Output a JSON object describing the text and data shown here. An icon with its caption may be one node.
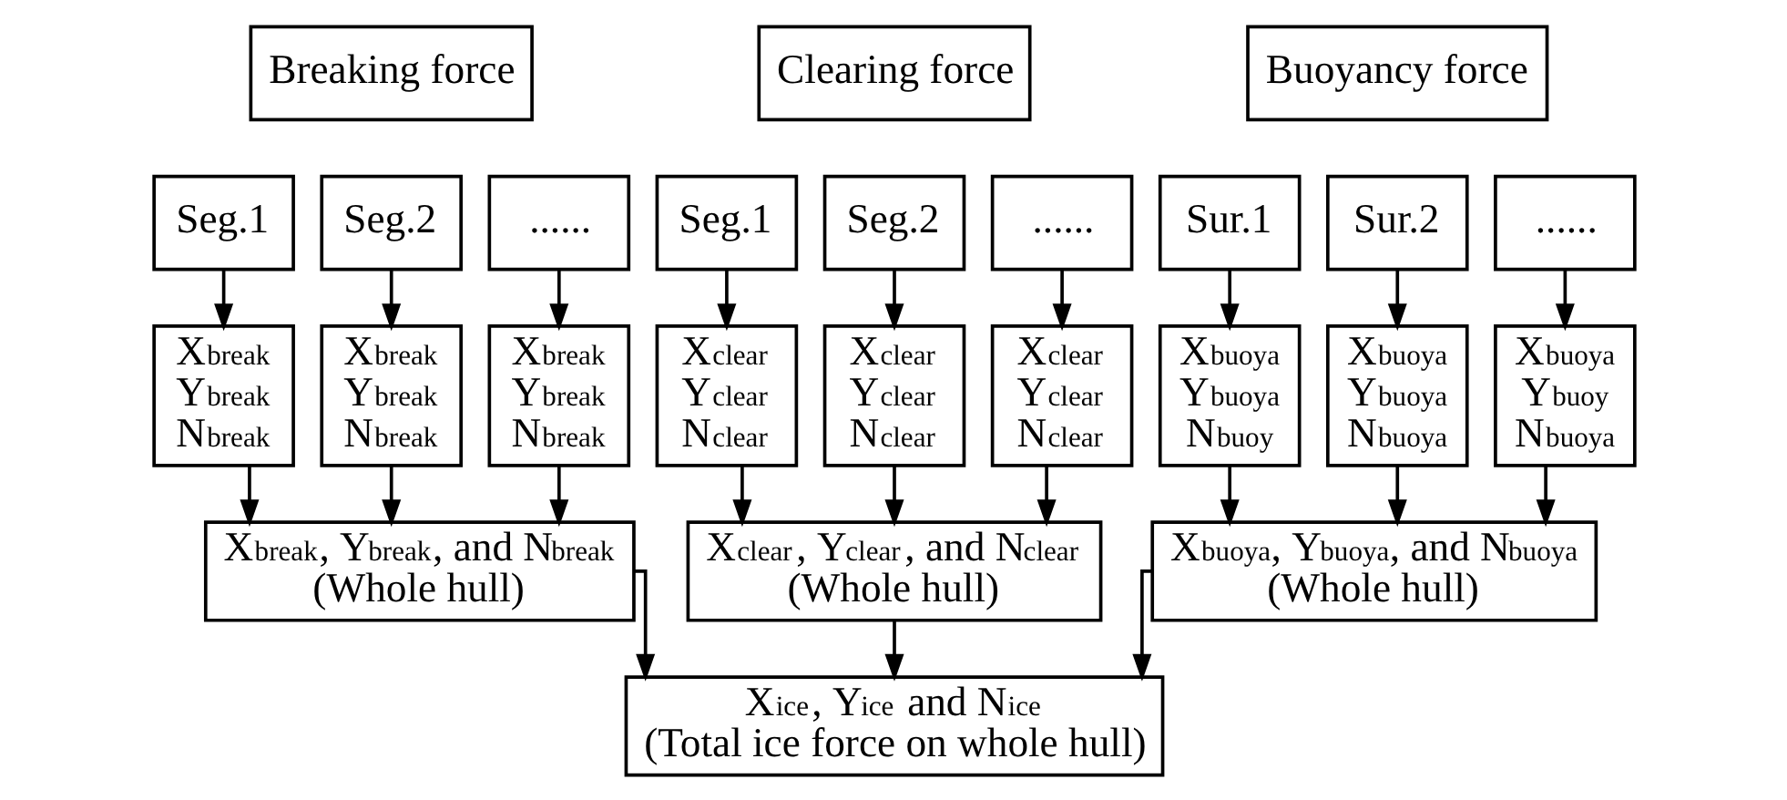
{
  "diagram": {
    "nodes": [
      {
        "text": [
          "Breaking force"
        ]
      },
      {
        "text": [
          "Seg.1"
        ]
      },
      {
        "text": [
          "Seg.2"
        ]
      },
      {
        "text": [
          "......"
        ]
      },
      {
        "text": [
          "X$_{break}$",
          "Y$_{break}$",
          "N$_{break}$"
        ]
      },
      {
        "text": [
          "X$_{break}$",
          "Y$_{break}$",
          "N$_{break}$"
        ]
      },
      {
        "text": [
          "X$_{break}$",
          "Y$_{break}$",
          "N$_{break}$"
        ]
      },
      {
        "text": [
          "X$_{break}$, Y$_{break}$, and N$_{break}$",
          "(Whole hull)"
        ]
      },
      {
        "text": [
          "Clearing force"
        ]
      },
      {
        "text": [
          "Seg.1"
        ]
      },
      {
        "text": [
          "Seg.2"
        ]
      },
      {
        "text": [
          "......"
        ]
      },
      {
        "text": [
          "X$_{clear}$",
          "Y$_{clear}$",
          "N$_{clear}$"
        ]
      },
      {
        "text": [
          "X$_{clear}$",
          "Y$_{clear}$",
          "N$_{clear}$"
        ]
      },
      {
        "text": [
          "X$_{clear}$",
          "Y$_{clear}$",
          "N$_{clear}$"
        ]
      },
      {
        "text": [
          "X$_{clear}$, Y$_{clear}$, and N$_{clear}$",
          "(Whole hull)"
        ]
      },
      {
        "text": [
          "Buoyancy force"
        ]
      },
      {
        "text": [
          "Sur.1"
        ]
      },
      {
        "text": [
          "Sur.2"
        ]
      },
      {
        "text": [
          "......"
        ]
      },
      {
        "text": [
          "X$_{buoya}$",
          "Y$_{buoya}$",
          "N$_{buoy}$"
        ]
      },
      {
        "text": [
          "X$_{buoya}$",
          "Y$_{buoya}$",
          "N$_{buoya}$"
        ]
      },
      {
        "text": [
          "X$_{buoya}$",
          "Y$_{buoy}$",
          "N$_{buoya}$"
        ]
      },
      {
        "text": [
          "X$_{buoya}$, Y$_{buoya}$, and N$_{buoya}$",
          "(Whole hull)"
        ]
      },
      {
        "text": [
          "X$_{ice}$, Y$_{ice}$ and N$_{ice}$",
          "(Total ice force on whole hull)"
        ]
      }
    ],
    "edges": [
      {
        "from": 1,
        "to": 4,
        "arrow": "to"
      },
      {
        "from": 2,
        "to": 5,
        "arrow": "to"
      },
      {
        "from": 3,
        "to": 6,
        "arrow": "to"
      },
      {
        "from": 4,
        "to": 7,
        "arrow": "to"
      },
      {
        "from": 5,
        "to": 7,
        "arrow": "to"
      },
      {
        "from": 6,
        "to": 7,
        "arrow": "to"
      },
      {
        "from": 9,
        "to": 12,
        "arrow": "to"
      },
      {
        "from": 10,
        "to": 13,
        "arrow": "to"
      },
      {
        "from": 11,
        "to": 14,
        "arrow": "to"
      },
      {
        "from": 12,
        "to": 15,
        "arrow": "to"
      },
      {
        "from": 13,
        "to": 15,
        "arrow": "to"
      },
      {
        "from": 14,
        "to": 15,
        "arrow": "to"
      },
      {
        "from": 17,
        "to": 20,
        "arrow": "to"
      },
      {
        "from": 18,
        "to": 21,
        "arrow": "to"
      },
      {
        "from": 19,
        "to": 22,
        "arrow": "to"
      },
      {
        "from": 20,
        "to": 23,
        "arrow": "to"
      },
      {
        "from": 21,
        "to": 23,
        "arrow": "to"
      },
      {
        "from": 22,
        "to": 23,
        "arrow": "to"
      },
      {
        "from": 7,
        "to": 24,
        "arrow": "to"
      },
      {
        "from": 15,
        "to": 24,
        "arrow": "to"
      },
      {
        "from": 23,
        "to": 24,
        "arrow": "to"
      }
    ]
  }
}
